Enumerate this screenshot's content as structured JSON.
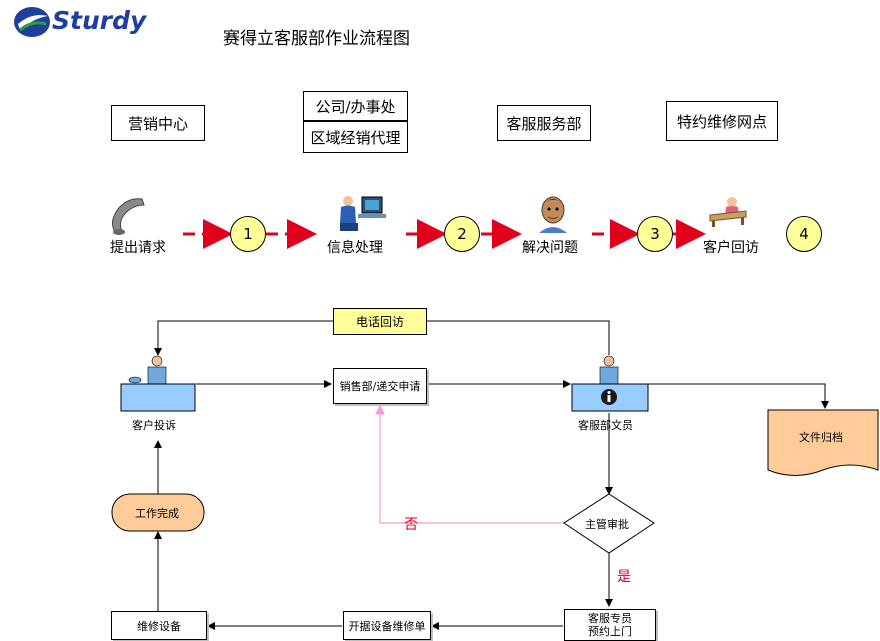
{
  "logo": {
    "text": "Sturdy"
  },
  "title": "赛得立客服部作业流程图",
  "departments": {
    "marketing": "营销中心",
    "company_office": "公司/办事处",
    "regional_agent": "区域经销代理",
    "service_dept": "客服服务部",
    "repair_points": "特约维修网点"
  },
  "steps": {
    "request": "提出请求",
    "process": "信息处理",
    "solve": "解决问题",
    "callback": "客户回访",
    "n1": "1",
    "n2": "2",
    "n3": "3",
    "n4": "4"
  },
  "flow": {
    "phone_callback": "电话回访",
    "customer_complaint": "客户投诉",
    "sales_submit": "销售部/递交申请",
    "service_clerk": "客服部文员",
    "file_archive": "文件归档",
    "work_done": "工作完成",
    "supervisor_approval": "主管审批",
    "no": "否",
    "yes": "是",
    "service_staff_line1": "客服专员",
    "service_staff_line2": "预约上门",
    "open_repair_order": "开据设备维修单",
    "repair_equipment": "维修设备"
  },
  "colors": {
    "dash_arrow": "#e0001b",
    "circle_fill": "#ffff99",
    "desk_blue": "#99ccff",
    "orange_fill": "#ffcc99",
    "pink_line": "#ff99cc",
    "flow_red_text": "#e0001b"
  }
}
